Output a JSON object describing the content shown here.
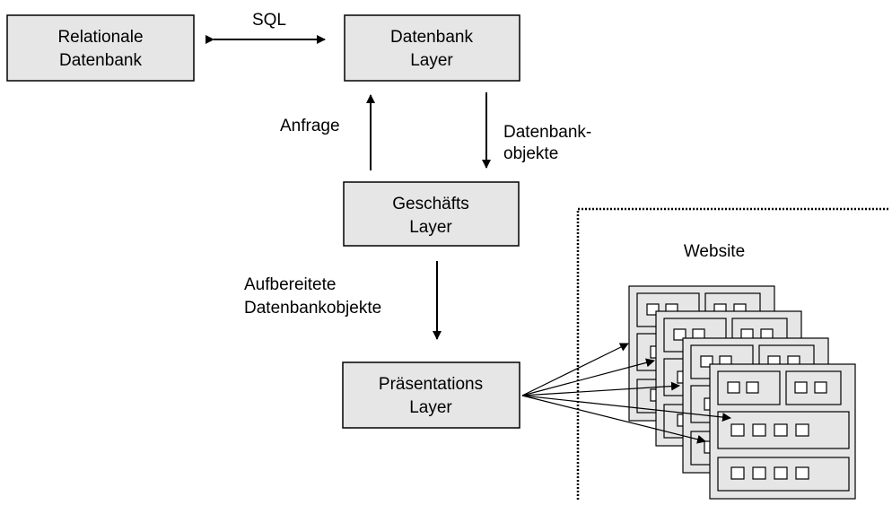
{
  "boxes": {
    "relational_db": {
      "line1": "Relationale",
      "line2": "Datenbank"
    },
    "db_layer": {
      "line1": "Datenbank",
      "line2": "Layer"
    },
    "business_layer": {
      "line1": "Geschäfts",
      "line2": "Layer"
    },
    "presentation_layer": {
      "line1": "Präsentations",
      "line2": "Layer"
    }
  },
  "edges": {
    "sql": "SQL",
    "request": "Anfrage",
    "db_objects_line1": "Datenbank-",
    "db_objects_line2": "objekte",
    "prepared_objects_line1": "Aufbereitete",
    "prepared_objects_line2": "Datenbankobjekte"
  },
  "website": {
    "label": "Website"
  }
}
